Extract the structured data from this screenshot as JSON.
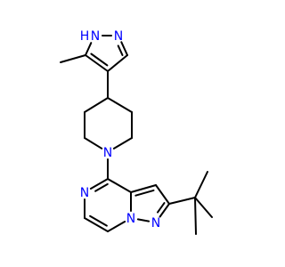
{
  "molecule": {
    "atom_labels": {
      "n_pz1": "N",
      "n_pz2": "N",
      "n_pip": "N",
      "n_pyr": "N",
      "n_br": "N",
      "n_pz3": "N"
    },
    "h_label": "H",
    "colors": {
      "bond": "#000000",
      "nitrogen": "#0000ff"
    }
  }
}
